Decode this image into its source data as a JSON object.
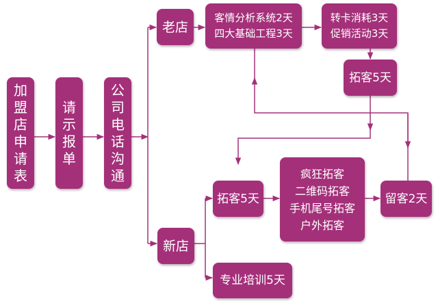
{
  "colors": {
    "node": "#a4307a",
    "line": "#a4307a",
    "text": "#ffffff"
  },
  "nodes": {
    "apply": [
      "加盟店申请表"
    ],
    "submit": [
      "请示报单"
    ],
    "call": [
      "公司电话沟通"
    ],
    "old": [
      "老店"
    ],
    "new": [
      "新店"
    ],
    "sys": [
      "客情分析系统2天",
      "四大基础工程3天"
    ],
    "card": [
      "转卡消耗3天",
      "促销活动3天"
    ],
    "oldtk": [
      "拓客5天"
    ],
    "newtk": [
      "拓客5天"
    ],
    "methods": [
      "疯狂拓客",
      "二维码拓客",
      "手机尾号拓客",
      "户外拓客"
    ],
    "stay": [
      "留客2天"
    ],
    "training": [
      "专业培训5天"
    ]
  }
}
